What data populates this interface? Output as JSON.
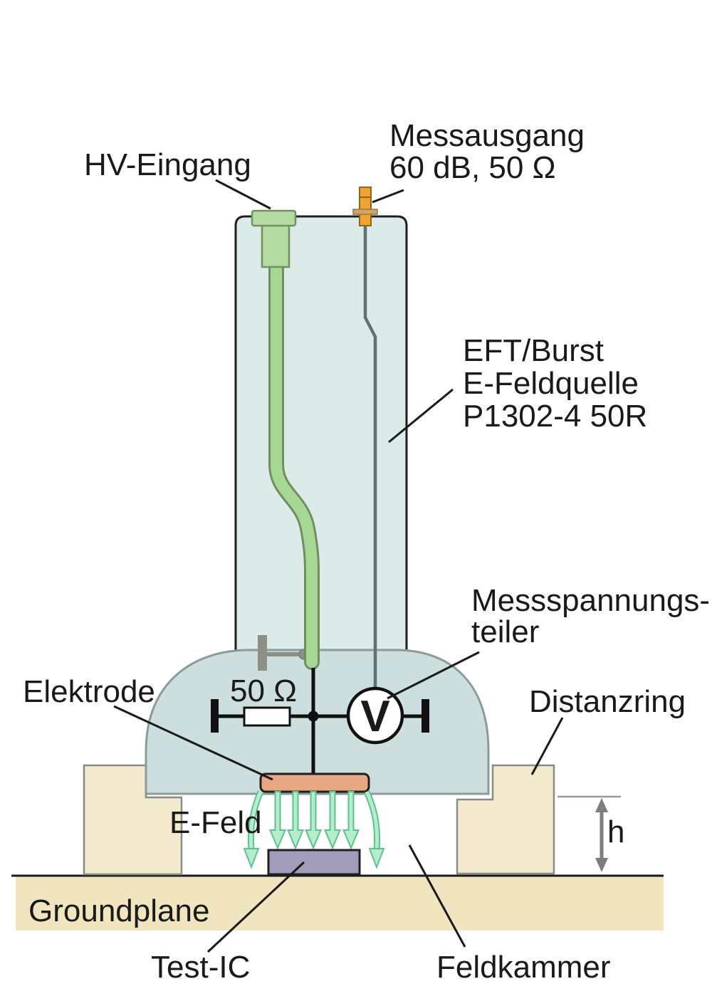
{
  "figure": {
    "title_semantic": "EFT/Burst E-field source test setup diagram",
    "labels": {
      "hv_eingang": {
        "text": "HV-Eingang"
      },
      "messausgang": {
        "lines": [
          "Messausgang",
          "60 dB, 50 Ω"
        ]
      },
      "eft_quelle": {
        "lines": [
          "EFT/Burst",
          "E-Feldquelle",
          "P1302-4 50R"
        ]
      },
      "messspannungsteiler": {
        "lines": [
          "Messspannungs-",
          "teiler"
        ]
      },
      "elektrode": {
        "text": "Elektrode"
      },
      "distanzring": {
        "text": "Distanzring"
      },
      "resistor_value": {
        "text": "50 Ω"
      },
      "e_feld": {
        "text": "E-Feld"
      },
      "groundplane": {
        "text": "Groundplane"
      },
      "height_dim": {
        "text": "h"
      },
      "test_ic": {
        "text": "Test-IC"
      },
      "feldkammer": {
        "text": "Feldkammer"
      },
      "voltmeter_symbol": {
        "text": "V"
      }
    },
    "colors": {
      "column": "#dcebe9",
      "dome": "#ccdedd",
      "cable_fill": "#a7d794",
      "cable_stroke": "#708f60",
      "connector_fill": "#b4dba2",
      "hv_orange": "#f0a332",
      "electrode": "#e9a884",
      "arrow_fill": "#b5ecc9",
      "arrow_stroke": "#5cc290",
      "test_ic": "#a29cbb",
      "spacer_block": "#f3e9cc",
      "groundplane": "#f0e5bf",
      "wire_gray": "#5f7271",
      "stub_gray": "#8c9084",
      "dim_gray": "#7d7d7d",
      "ink": "#1a1a1a"
    }
  }
}
